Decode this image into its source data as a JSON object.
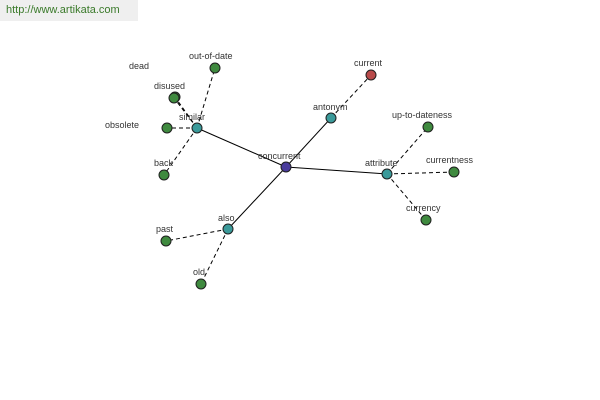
{
  "watermark": "http://www.artikata.com",
  "colors": {
    "center": "#4a3c9c",
    "relation": "#3b9a9a",
    "word": "#3f8a3f",
    "antonym_word": "#b84a4a"
  },
  "graph": {
    "center": {
      "id": "concurrent",
      "label": "concurrent",
      "kind": "center"
    },
    "relations": [
      {
        "id": "similar",
        "label": "similar",
        "kind": "relation",
        "words": [
          {
            "id": "dead",
            "label": "dead"
          },
          {
            "id": "disused",
            "label": "disused"
          },
          {
            "id": "out-of-date",
            "label": "out-of-date"
          },
          {
            "id": "obsolete",
            "label": "obsolete"
          },
          {
            "id": "back",
            "label": "back"
          }
        ]
      },
      {
        "id": "antonym",
        "label": "antonym",
        "kind": "relation",
        "words": [
          {
            "id": "current",
            "label": "current",
            "kind": "antonym_word"
          }
        ]
      },
      {
        "id": "attribute",
        "label": "attribute",
        "kind": "relation",
        "words": [
          {
            "id": "up-to-dateness",
            "label": "up-to-dateness"
          },
          {
            "id": "currentness",
            "label": "currentness"
          },
          {
            "id": "currency",
            "label": "currency"
          }
        ]
      },
      {
        "id": "also",
        "label": "also",
        "kind": "relation",
        "words": [
          {
            "id": "past",
            "label": "past"
          },
          {
            "id": "old",
            "label": "old"
          }
        ]
      }
    ]
  }
}
